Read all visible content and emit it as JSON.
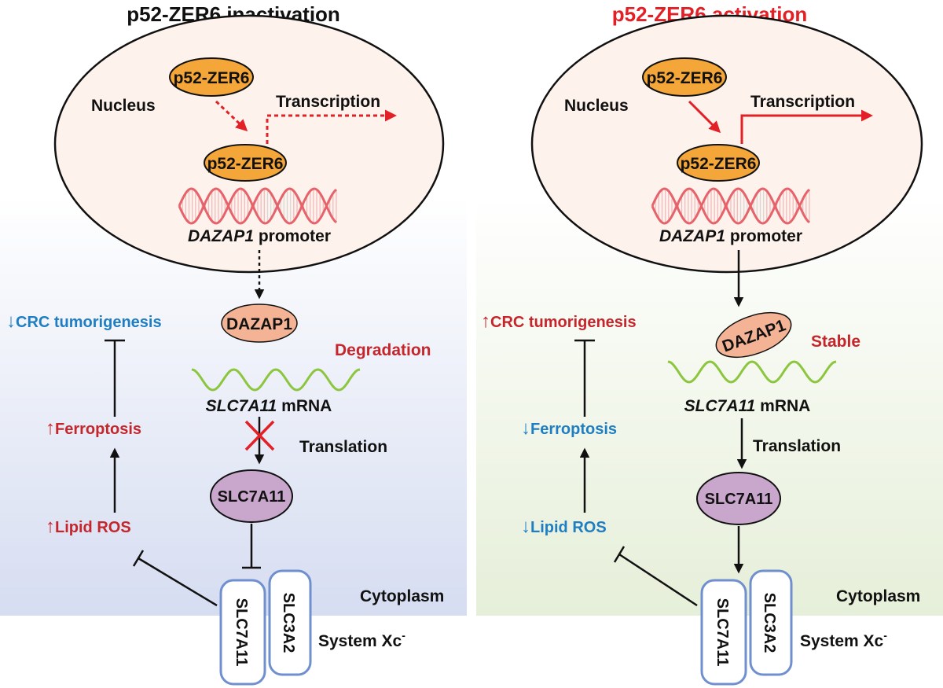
{
  "colors": {
    "red": "#e32026",
    "blue": "#1f7ec2",
    "dark_red": "#c4262c",
    "protein_orange": "#f4a638",
    "dazap1_fill": "#f4b394",
    "slc7a11_fill": "#c9a6cc",
    "transporter_stroke": "#6f8fcf",
    "mrna_green": "#8cc63f",
    "dna_red": "#e6636b",
    "nucleus_fill": "#fdf2ec",
    "left_bg": "#e3e8f6",
    "right_bg": "#edf3e4"
  },
  "left": {
    "title": "p52-ZER6 inactivation",
    "nucleus_label": "Nucleus",
    "protein_top": "p52-ZER6",
    "protein_bound": "p52-ZER6",
    "transcription": "Transcription",
    "promoter_gene": "DAZAP1",
    "promoter_word": " promoter",
    "dazap1": "DAZAP1",
    "mrna_status": "Degradation",
    "mrna_gene": "SLC7A11",
    "mrna_word": " mRNA",
    "translation": "Translation",
    "slc7a11": "SLC7A11",
    "tumor_arrow": "↓",
    "tumor_text": "CRC tumorigenesis",
    "ferro_arrow": "↑",
    "ferro_text": "Ferroptosis",
    "ros_arrow": "↑",
    "ros_text": "Lipid ROS",
    "cytoplasm": "Cytoplasm",
    "channel_a": "SLC7A11",
    "channel_b": "SLC3A2",
    "system_main": "System Xc",
    "system_sup": "-"
  },
  "right": {
    "title": "p52-ZER6 activation",
    "nucleus_label": "Nucleus",
    "protein_top": "p52-ZER6",
    "protein_bound": "p52-ZER6",
    "transcription": "Transcription",
    "promoter_gene": "DAZAP1",
    "promoter_word": " promoter",
    "dazap1": "DAZAP1",
    "mrna_status": "Stable",
    "mrna_gene": "SLC7A11",
    "mrna_word": " mRNA",
    "translation": "Translation",
    "slc7a11": "SLC7A11",
    "tumor_arrow": "↑",
    "tumor_text": "CRC tumorigenesis",
    "ferro_arrow": "↓",
    "ferro_text": "Ferroptosis",
    "ros_arrow": "↓",
    "ros_text": "Lipid ROS",
    "cytoplasm": "Cytoplasm",
    "channel_a": "SLC7A11",
    "channel_b": "SLC3A2",
    "system_main": "System Xc",
    "system_sup": "-"
  }
}
